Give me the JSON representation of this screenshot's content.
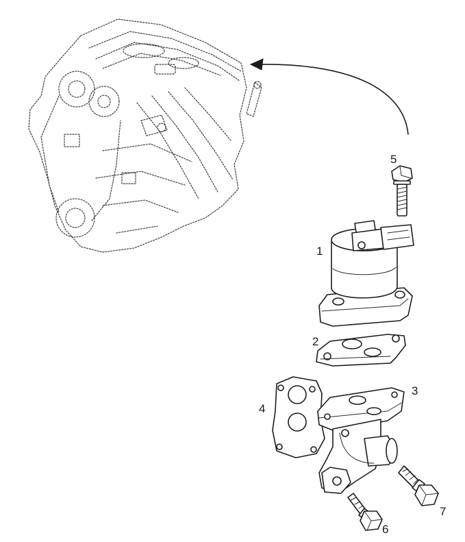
{
  "diagram": {
    "callouts": [
      {
        "id": "egr-valve",
        "label": "1"
      },
      {
        "id": "gasket-upper",
        "label": "2"
      },
      {
        "id": "adapter-flange",
        "label": "3"
      },
      {
        "id": "gasket-lower",
        "label": "4"
      },
      {
        "id": "bolt-top",
        "label": "5"
      },
      {
        "id": "bolt-small",
        "label": "6"
      },
      {
        "id": "bolt-long",
        "label": "7"
      }
    ],
    "colors": {
      "ink": "#1c1c1c",
      "background": "#ffffff"
    }
  }
}
